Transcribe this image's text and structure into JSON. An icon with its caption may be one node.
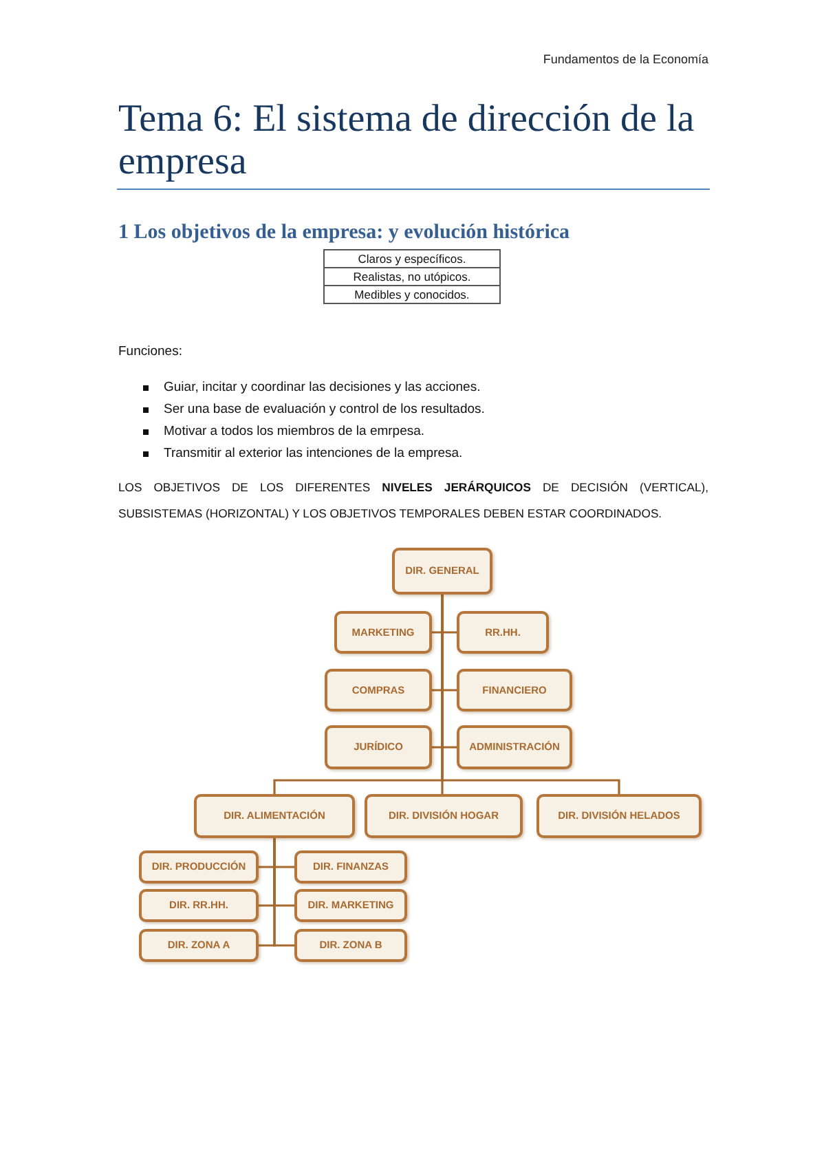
{
  "diagram": {
    "title": "Tema 6: El sistema de dirección de la empresa",
    "nodes": [
      {
        "text": [
          "DIR. GENERAL"
        ]
      },
      {
        "text": [
          "MARKETING"
        ]
      },
      {
        "text": [
          "RR.HH."
        ]
      },
      {
        "text": [
          "COMPRAS"
        ]
      },
      {
        "text": [
          "FINANCIERO"
        ]
      },
      {
        "text": [
          "JURÍDICO"
        ]
      },
      {
        "text": [
          "ADMINISTRACIÓN"
        ]
      },
      {
        "text": [
          "DIR. ALIMENTACIÓN"
        ]
      },
      {
        "text": [
          "DIR. DIVISIÓN HOGAR"
        ]
      },
      {
        "text": [
          "DIR. DIVISIÓN HELADOS"
        ]
      },
      {
        "text": [
          "DIR. PRODUCCIÓN"
        ]
      },
      {
        "text": [
          "DIR. FINANZAS"
        ]
      },
      {
        "text": [
          "DIR. RR.HH."
        ]
      },
      {
        "text": [
          "DIR. MARKETING"
        ]
      },
      {
        "text": [
          "DIR. ZONA A"
        ]
      },
      {
        "text": [
          "DIR. ZONA B"
        ]
      }
    ],
    "edges": [
      {
        "from": 0,
        "to": 1,
        "arrow": "none"
      },
      {
        "from": 0,
        "to": 2,
        "arrow": "none"
      },
      {
        "from": 0,
        "to": 3,
        "arrow": "none"
      },
      {
        "from": 0,
        "to": 4,
        "arrow": "none"
      },
      {
        "from": 0,
        "to": 5,
        "arrow": "none"
      },
      {
        "from": 0,
        "to": 6,
        "arrow": "none"
      },
      {
        "from": 0,
        "to": 7,
        "arrow": "none"
      },
      {
        "from": 0,
        "to": 8,
        "arrow": "none"
      },
      {
        "from": 0,
        "to": 9,
        "arrow": "none"
      },
      {
        "from": 7,
        "to": 10,
        "arrow": "none"
      },
      {
        "from": 7,
        "to": 11,
        "arrow": "none"
      },
      {
        "from": 7,
        "to": 12,
        "arrow": "none"
      },
      {
        "from": 7,
        "to": 13,
        "arrow": "none"
      },
      {
        "from": 7,
        "to": 14,
        "arrow": "none"
      },
      {
        "from": 7,
        "to": 15,
        "arrow": "none"
      }
    ],
    "labels": [
      "Fundamentos de la Economía",
      "1 Los objetivos de la empresa: y evolución histórica",
      "Claros y específicos.",
      "Realistas, no utópicos.",
      "Medibles y conocidos.",
      "Funciones:",
      "Guiar, incitar y coordinar las decisiones y las acciones.",
      "Ser una base de evaluación y control de los resultados.",
      "Motivar a todos los miembros de la emrpesa.",
      "Transmitir al exterior las intenciones de la empresa.",
      "LOS OBJETIVOS DE LOS DIFERENTES **NIVELES JERÁRQUICOS** DE DECISIÓN (VERTICAL), SUBSISTEMAS (HORIZONTAL) Y LOS OBJETIVOS TEMPORALES DEBEN ESTAR COORDINADOS."
    ]
  }
}
